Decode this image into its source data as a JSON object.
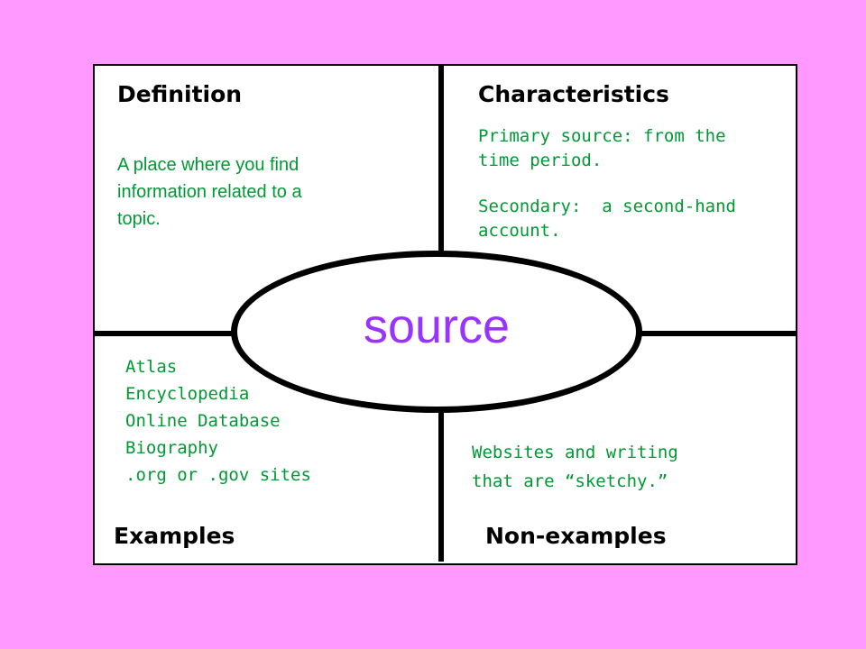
{
  "colors": {
    "background": "#ff99ff",
    "body_text": "#009933",
    "center_word": "#9933ff"
  },
  "center": {
    "word": "source"
  },
  "quadrants": {
    "definition": {
      "heading": "Definition",
      "lines": [
        "A place where you find",
        "information related to a",
        "topic."
      ]
    },
    "characteristics": {
      "heading": "Characteristics",
      "lines_primary": [
        "Primary source: from the",
        "time period."
      ],
      "lines_secondary": [
        "Secondary:  a second-hand",
        "account."
      ]
    },
    "examples": {
      "heading": "Examples",
      "items": [
        "Atlas",
        "Encyclopedia",
        "Online Database",
        "Biography",
        ".org or .gov sites"
      ]
    },
    "non_examples": {
      "heading": "Non-examples",
      "lines": [
        "Websites and writing",
        "that are “sketchy.”"
      ]
    }
  }
}
